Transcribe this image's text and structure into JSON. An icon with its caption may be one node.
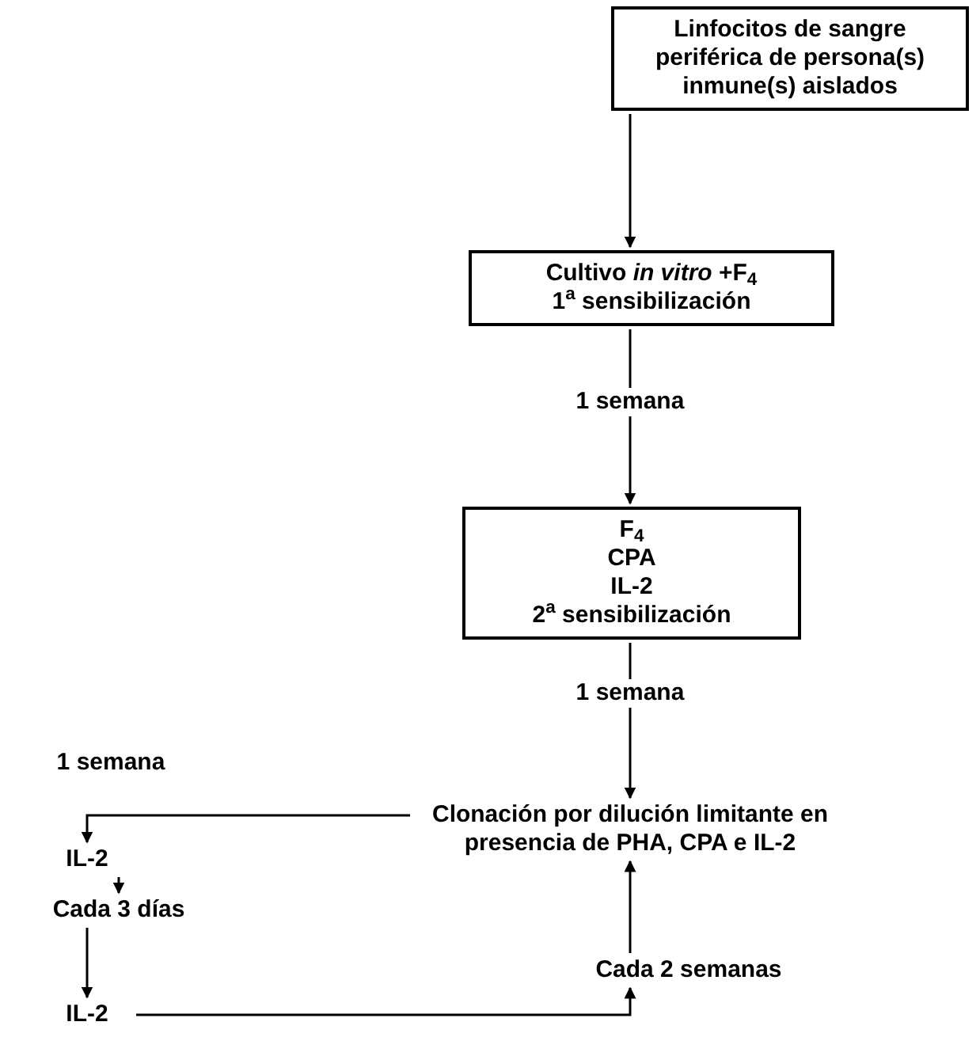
{
  "diagram": {
    "nodes": [
      {
        "text": [
          "Linfocitos de sangre periférica de persona(s) inmune(s) aislados"
        ]
      },
      {
        "text": [
          "Cultivo *in vitro* +F$_{4}$",
          "1$^{a}$ sensibilización"
        ]
      },
      {
        "text": [
          "F$_{4}$",
          "CPA",
          "IL-2",
          "2$^{a}$ sensibilización"
        ]
      },
      {
        "text": [
          "Clonación por dilución limitante en presencia de PHA, CPA e IL-2"
        ]
      },
      {
        "text": [
          "IL-2"
        ]
      },
      {
        "text": [
          "Cada 3 días"
        ]
      },
      {
        "text": [
          "IL-2"
        ]
      },
      {
        "text": [
          "Cada 2 semanas"
        ]
      }
    ],
    "edges": [
      {
        "from": 0,
        "to": 1,
        "arrow": "to"
      },
      {
        "from": 1,
        "to": 2,
        "arrow": "to",
        "label": "1 semana"
      },
      {
        "from": 2,
        "to": 3,
        "arrow": "to",
        "label": "1 semana"
      },
      {
        "from": 3,
        "to": 4,
        "arrow": "to",
        "label": "1 semana"
      },
      {
        "from": 4,
        "to": 5,
        "arrow": "to"
      },
      {
        "from": 5,
        "to": 6,
        "arrow": "to"
      },
      {
        "from": 6,
        "to": 7,
        "arrow": "to"
      },
      {
        "from": 7,
        "to": 3,
        "arrow": "to"
      }
    ]
  }
}
